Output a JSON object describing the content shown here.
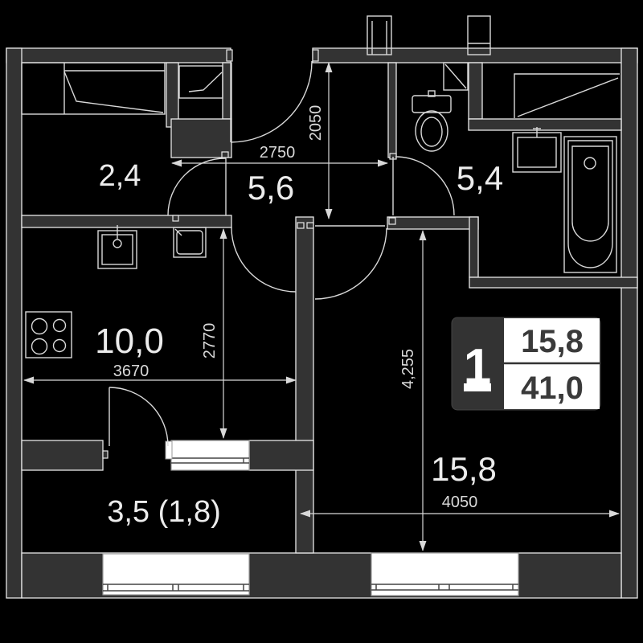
{
  "title": "1-room apartment floor plan",
  "colors": {
    "background": "#000000",
    "wall_fill": "#333333",
    "wall_outline": "#e8e8e8",
    "fixture_line": "#d9d9d9",
    "text": "#ececec",
    "window_fill": "#ffffff",
    "badge_dark_fill": "#333333",
    "badge_number_color": "#3a3a3a"
  },
  "rooms": {
    "wardrobe": {
      "area": "2,4"
    },
    "hallway": {
      "area": "5,6"
    },
    "bathroom": {
      "area": "5,4"
    },
    "kitchen": {
      "area": "10,0"
    },
    "balcony": {
      "area": "3,5 (1,8)"
    },
    "living": {
      "area": "15,8"
    }
  },
  "dimensions": {
    "hallway_width": "2750",
    "hallway_depth": "2050",
    "kitchen_depth": "2770",
    "kitchen_width": "3670",
    "living_depth": "4,255",
    "living_width": "4050"
  },
  "badge": {
    "rooms_count": "1",
    "living_area": "15,8",
    "total_area": "41,0"
  }
}
